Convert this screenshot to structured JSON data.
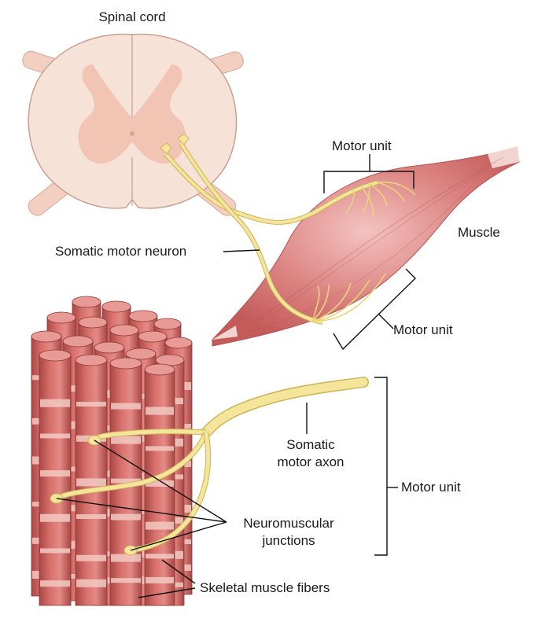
{
  "labels": {
    "spinal_cord": "Spinal cord",
    "motor_unit_top": "Motor unit",
    "muscle": "Muscle",
    "somatic_motor_neuron": "Somatic motor neuron",
    "motor_unit_mid": "Motor unit",
    "somatic_motor_axon_line1": "Somatic",
    "somatic_motor_axon_line2": "motor axon",
    "motor_unit_bottom": "Motor unit",
    "neuromuscular_line1": "Neuromuscular",
    "neuromuscular_line2": "junctions",
    "skeletal_muscle_fibers": "Skeletal muscle fibers"
  },
  "colors": {
    "cord_fill": "#f6ddd3",
    "cord_gray": "#f1bfae",
    "nerve": "#f4e59a",
    "nerve_edge": "#c9b45a",
    "muscle": "#d77a78",
    "fiber": "#c95f5b",
    "fiber_band": "#f2c9c2",
    "line": "#111111"
  }
}
